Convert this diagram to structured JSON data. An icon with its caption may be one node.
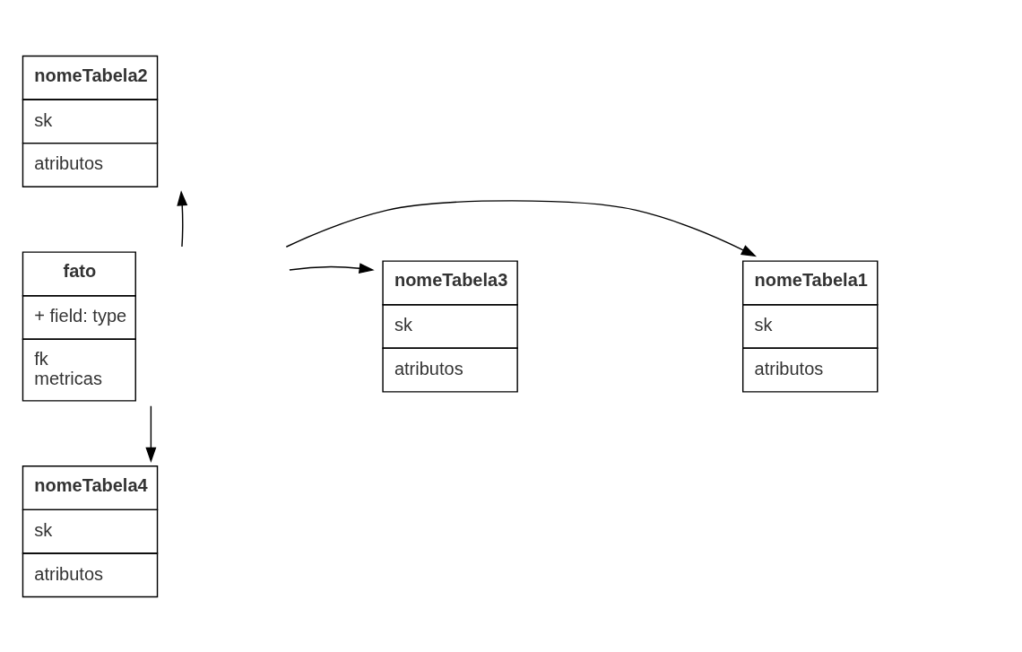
{
  "diagram": {
    "nodes": [
      {
        "text": [
          "nomeTabela2",
          "sk",
          "atributos"
        ]
      },
      {
        "text": [
          "nomeTabela1",
          "sk",
          "atributos"
        ]
      },
      {
        "text": [
          "fato",
          "+ field: type",
          "fk",
          "metricas"
        ]
      },
      {
        "text": [
          "nomeTabela3",
          "sk",
          "atributos"
        ]
      },
      {
        "text": [
          "nomeTabela4",
          "sk",
          "atributos"
        ]
      }
    ],
    "edges": [
      {
        "from": 2,
        "to": 0,
        "arrow": "to"
      },
      {
        "from": 2,
        "to": 1,
        "arrow": "to"
      },
      {
        "from": 2,
        "to": 3,
        "arrow": "to"
      },
      {
        "from": 2,
        "to": 4,
        "arrow": "to"
      }
    ]
  }
}
